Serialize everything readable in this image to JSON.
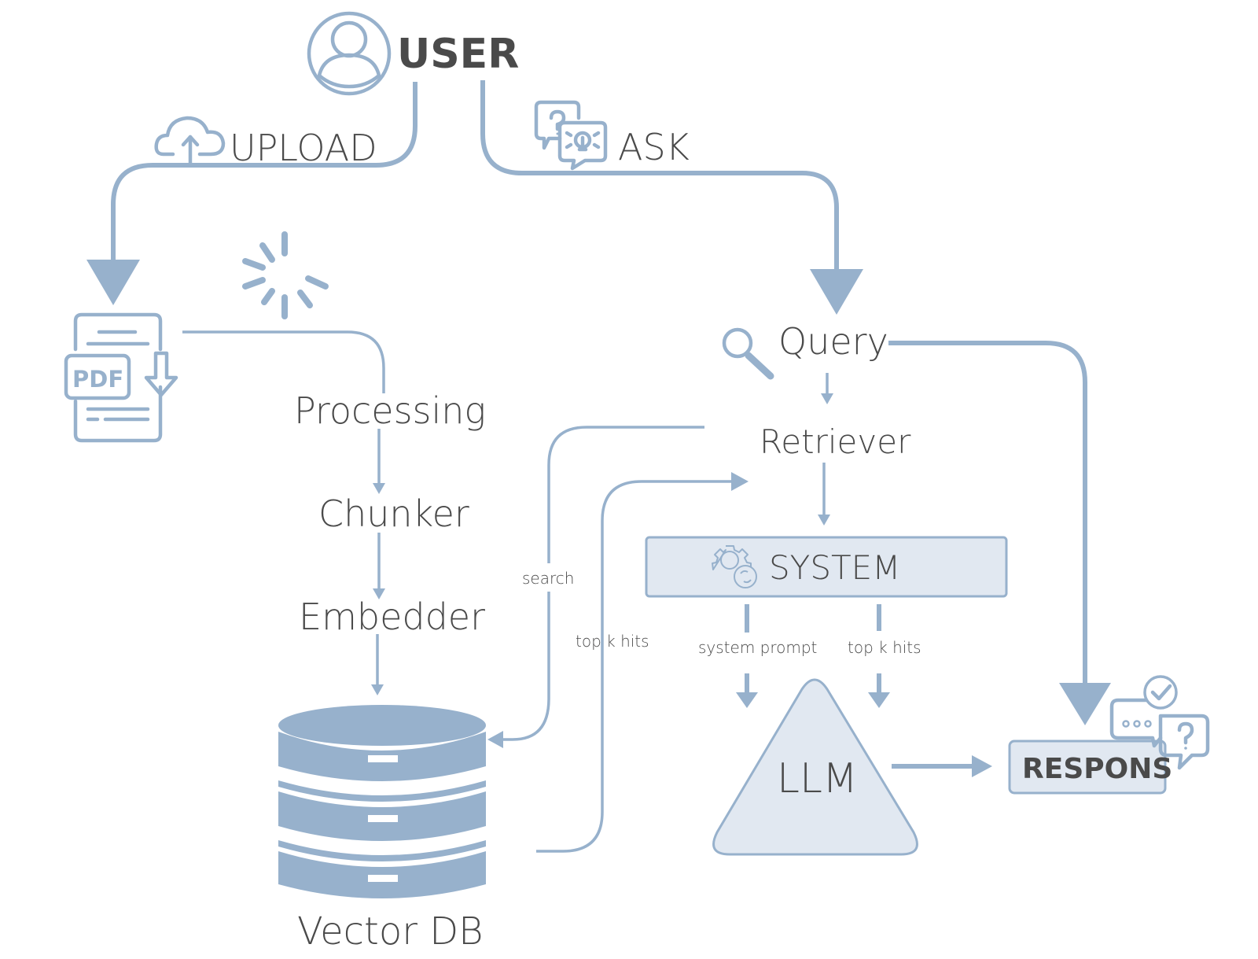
{
  "diagram": {
    "title": "RAG pipeline",
    "accent_color": "#97b1cc",
    "box_fill_color": "#e1e8f1",
    "text_color": "#4a4a4a",
    "nodes": {
      "user": {
        "label": "USER",
        "icon": "user-circle-icon"
      },
      "upload": {
        "label": "UPLOAD",
        "icon": "cloud-upload-icon"
      },
      "ask": {
        "label": "ASK",
        "icon": "question-idea-bubbles-icon"
      },
      "pdf": {
        "label": "PDF",
        "icon": "pdf-document-icon"
      },
      "processing": {
        "label": "Processing",
        "icon": "loading-spinner-icon"
      },
      "chunker": {
        "label": "Chunker"
      },
      "embedder": {
        "label": "Embedder"
      },
      "vector_db": {
        "label": "Vector DB",
        "icon": "database-icon"
      },
      "query": {
        "label": "Query",
        "icon": "magnifier-icon"
      },
      "retriever": {
        "label": "Retriever"
      },
      "system": {
        "label": "SYSTEM",
        "icon": "gears-icon"
      },
      "llm": {
        "label": "LLM"
      },
      "response": {
        "label": "RESPONS",
        "icon": "chat-bubbles-icon"
      }
    },
    "edge_labels": {
      "search": "search",
      "top_k_hits_db": "top k hits",
      "system_prompt": "system prompt",
      "top_k_hits_system": "top k hits"
    }
  }
}
